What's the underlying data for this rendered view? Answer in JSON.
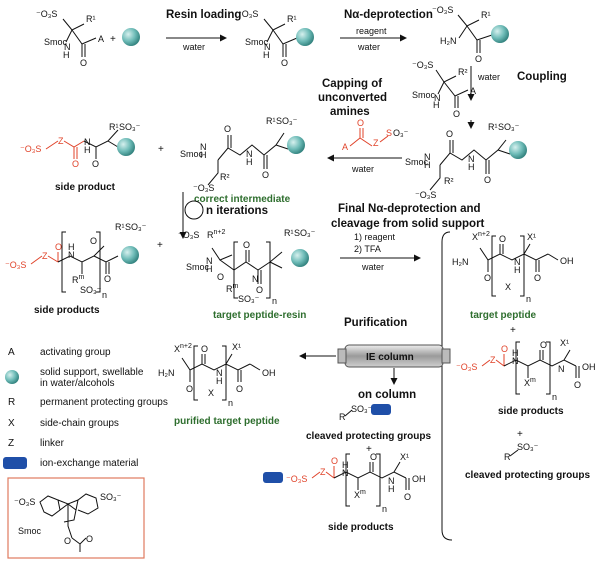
{
  "steps": {
    "resin_loading": "Resin loading",
    "n_alpha_deprotection": "Nα-deprotection",
    "coupling": "Coupling",
    "capping_line1": "Capping of",
    "capping_line2": "unconverted",
    "capping_line3": "amines",
    "n_iterations": "n iterations",
    "final_line1": "Final Nα-deprotection and",
    "final_line2": "cleavage from solid support",
    "purification": "Purification",
    "on_column": "on column"
  },
  "conditions": {
    "water": "water",
    "reagent": "reagent",
    "reagent_1": "1) reagent",
    "tfa_2": "2) TFA"
  },
  "labels": {
    "side_product": "side product",
    "correct_intermediate": "correct intermediate",
    "side_products": "side products",
    "target_peptide_resin": "target peptide-resin",
    "target_peptide": "target peptide",
    "purified_target_peptide": "purified target peptide",
    "cleaved_protecting_groups": "cleaved protecting groups",
    "ie_column": "IE column",
    "smoc": "Smoc",
    "plus": "+"
  },
  "legend": [
    {
      "key": "A",
      "text": "activating group"
    },
    {
      "key": "sphere",
      "text": "solid support, swellable"
    },
    {
      "key": "",
      "text": "in water/alcohols"
    },
    {
      "key": "R",
      "text": "permanent protecting groups"
    },
    {
      "key": "X",
      "text": "side-chain groups"
    },
    {
      "key": "Z",
      "text": "linker"
    },
    {
      "key": "rect",
      "text": "ion-exchange material"
    }
  ],
  "colors": {
    "accent_red": "#e0432a",
    "green_label": "#2e6e2e",
    "resin_teal": "#5fb3b0",
    "ion_exchange_blue": "#1f4fa8",
    "box_border": "#e07a5f"
  }
}
